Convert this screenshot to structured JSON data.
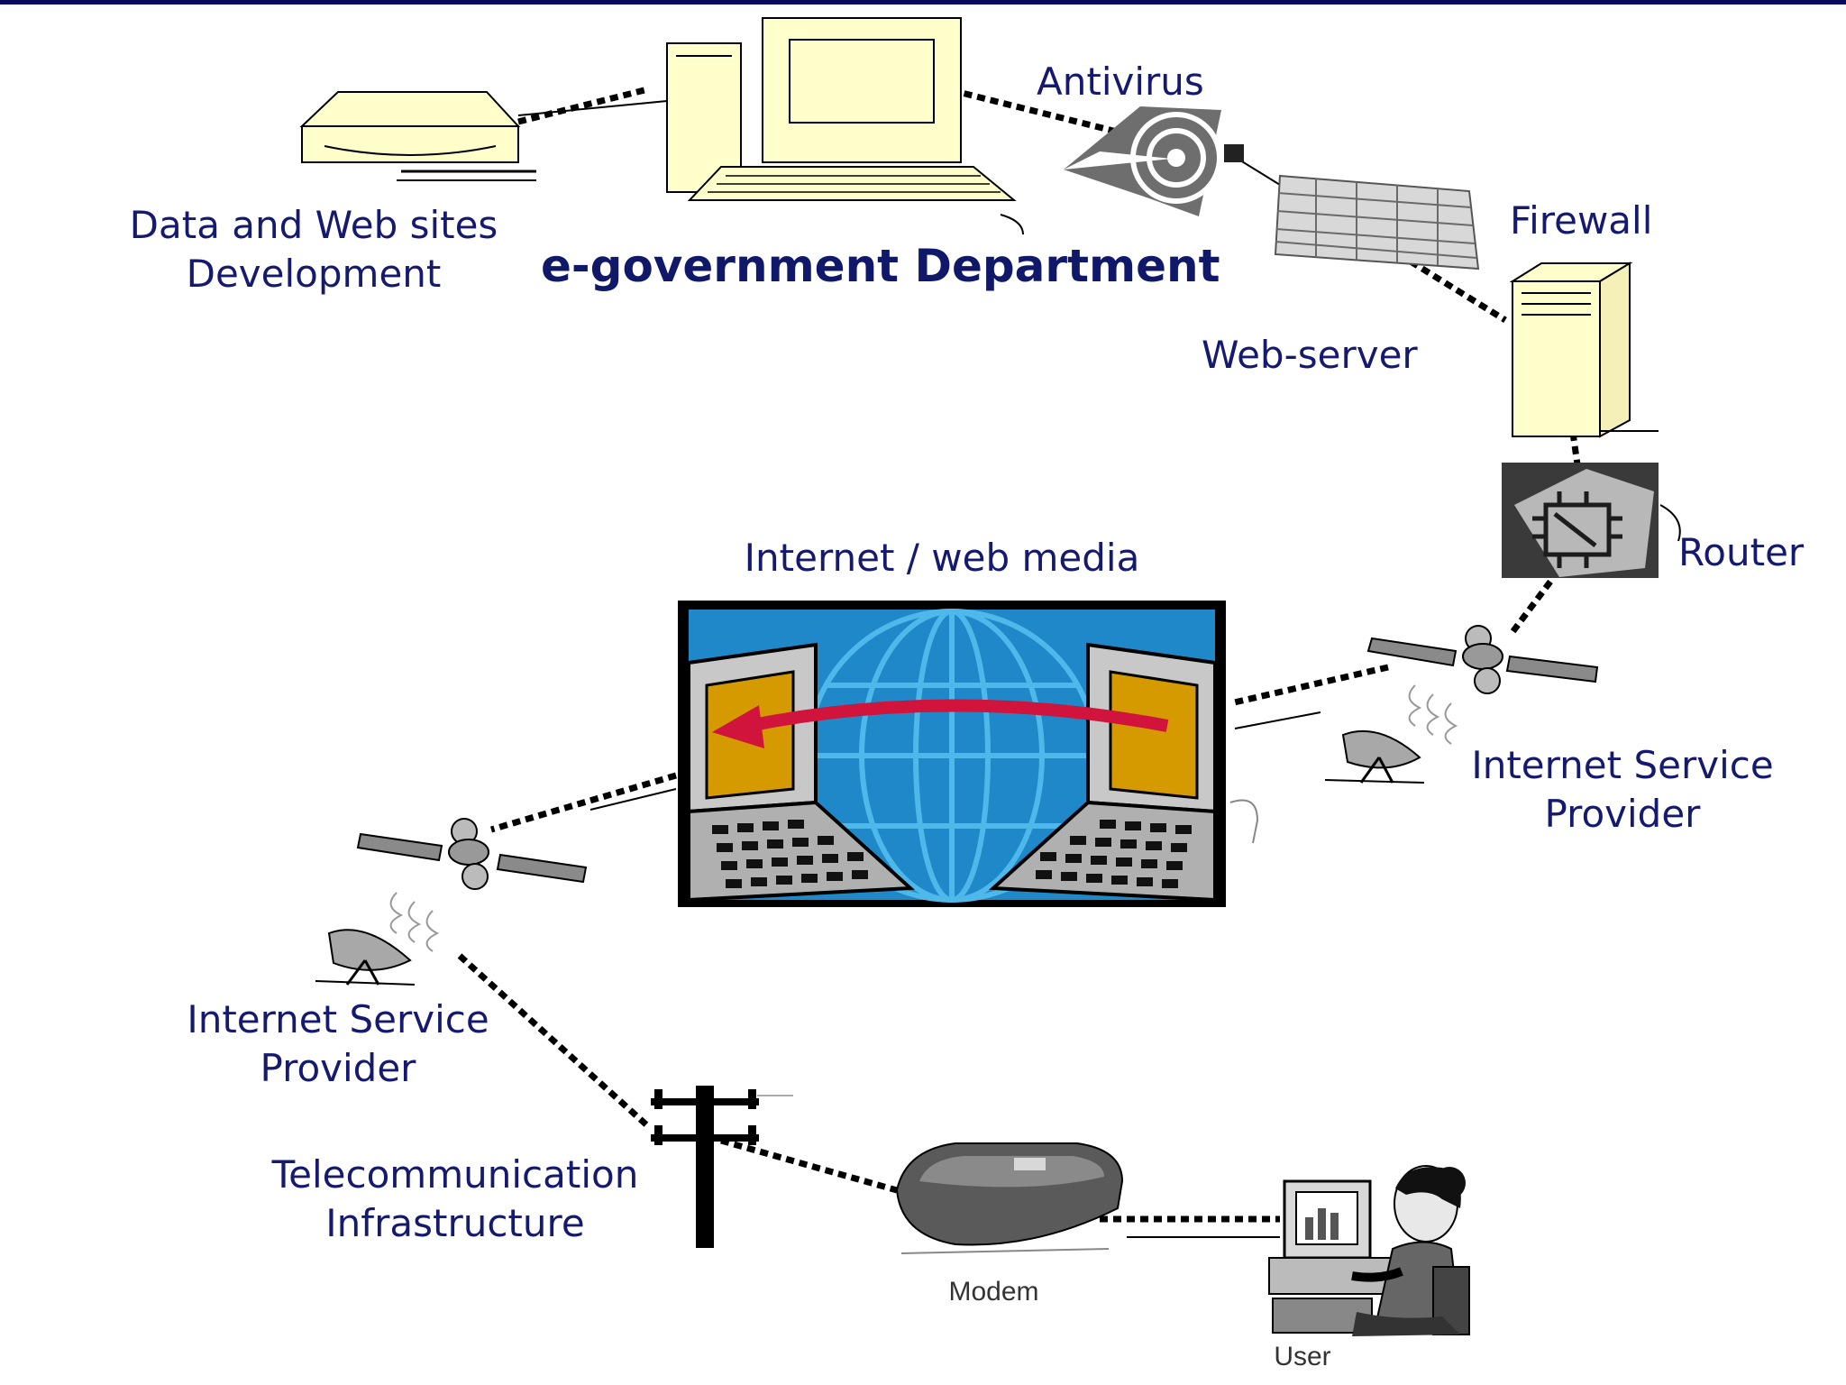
{
  "title": "e-government Department",
  "labels": {
    "data_dev": [
      "Data and Web sites",
      "Development"
    ],
    "antivirus": "Antivirus",
    "firewall": "Firewall",
    "web_server": "Web-server",
    "router": "Router",
    "internet_media": "Internet / web media",
    "isp_right": [
      "Internet Service",
      "Provider"
    ],
    "isp_left": [
      "Internet Service",
      "Provider"
    ],
    "telecom": [
      "Telecommunication",
      "Infrastructure"
    ],
    "modem": "Modem",
    "user": "User"
  },
  "colors": {
    "label_text": "#151a6e",
    "device_fill": "#ffffcc",
    "link": "#000000",
    "arrow": "#d0143c",
    "globe": "#1f88c8",
    "screen": "#d49a00"
  }
}
